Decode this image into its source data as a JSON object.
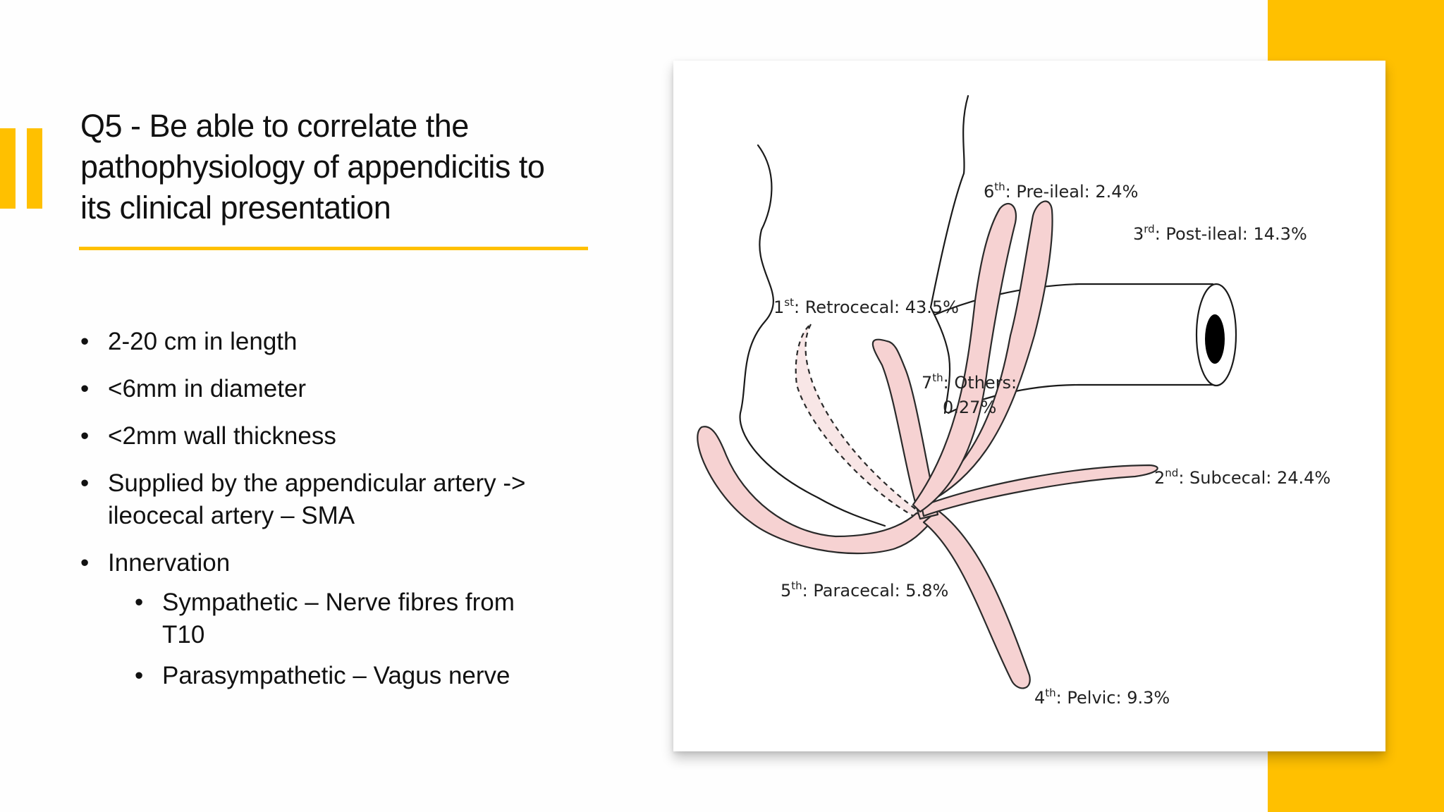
{
  "title": {
    "lines": [
      "Q5 - Be able to correlate the",
      "pathophysiology of appendicitis to",
      "its clinical presentation"
    ]
  },
  "bullets": [
    {
      "lines": [
        "2-20 cm in length"
      ]
    },
    {
      "lines": [
        "<6mm in diameter"
      ]
    },
    {
      "lines": [
        "<2mm wall thickness"
      ]
    },
    {
      "lines": [
        "Supplied by the appendicular artery ->",
        "ileocecal artery – SMA"
      ]
    },
    {
      "lines": [
        "Innervation"
      ],
      "sub": [
        {
          "lines": [
            "Sympathetic – Nerve fibres from",
            "T10"
          ]
        },
        {
          "lines": [
            "Parasympathetic – Vagus nerve"
          ]
        }
      ]
    }
  ],
  "diagram": {
    "labels": {
      "retrocecal": {
        "ord": "1",
        "sup": "st",
        "text": ": Retrocecal: 43.5%"
      },
      "subcecal": {
        "ord": "2",
        "sup": "nd",
        "text": ": Subcecal: 24.4%"
      },
      "postileal": {
        "ord": "3",
        "sup": "rd",
        "text": ": Post-ileal: 14.3%"
      },
      "pelvic": {
        "ord": "4",
        "sup": "th",
        "text": ": Pelvic: 9.3%"
      },
      "paracecal": {
        "ord": "5",
        "sup": "th",
        "text": ": Paracecal: 5.8%"
      },
      "preileal": {
        "ord": "6",
        "sup": "th",
        "text": ": Pre-ileal: 2.4%"
      },
      "others": {
        "ord": "7",
        "sup": "th",
        "text": ": Others:",
        "line2": "0.27%"
      }
    },
    "colors": {
      "appendix_fill": "#F6D2D2",
      "outline": "#1a1a1a",
      "accent": "#FFC000"
    }
  }
}
